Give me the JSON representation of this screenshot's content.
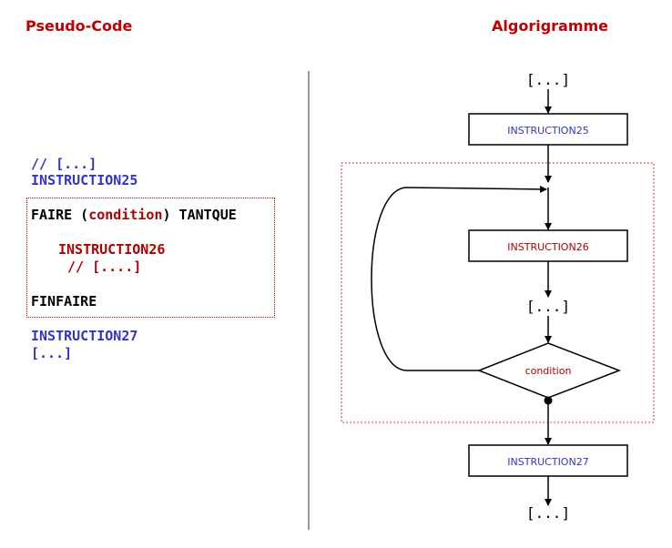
{
  "headings": {
    "pseudo_code": "Pseudo-Code",
    "flowchart": "Algorigramme"
  },
  "pseudo_code": {
    "comment_top": "// [...]",
    "instruction_before": "INSTRUCTION25",
    "loop_keyword_do": "FAIRE (",
    "loop_condition": "condition",
    "loop_keyword_while": ") TANTQUE",
    "loop_instruction": "INSTRUCTION26",
    "loop_comment": "// [....]",
    "loop_end": "FINFAIRE",
    "instruction_after": "INSTRUCTION27",
    "ellipsis_after": "[...]"
  },
  "flowchart": {
    "ellipsis_top": "[...]",
    "box_instruction25": "INSTRUCTION25",
    "box_instruction26": "INSTRUCTION26",
    "ellipsis_middle": "[...]",
    "decision_condition": "condition",
    "box_instruction27": "INSTRUCTION27",
    "ellipsis_bottom": "[...]"
  },
  "colors": {
    "heading": "#c00000",
    "instruction_blue": "#3333cc",
    "loop_red": "#b00000",
    "divider": "#999999"
  }
}
